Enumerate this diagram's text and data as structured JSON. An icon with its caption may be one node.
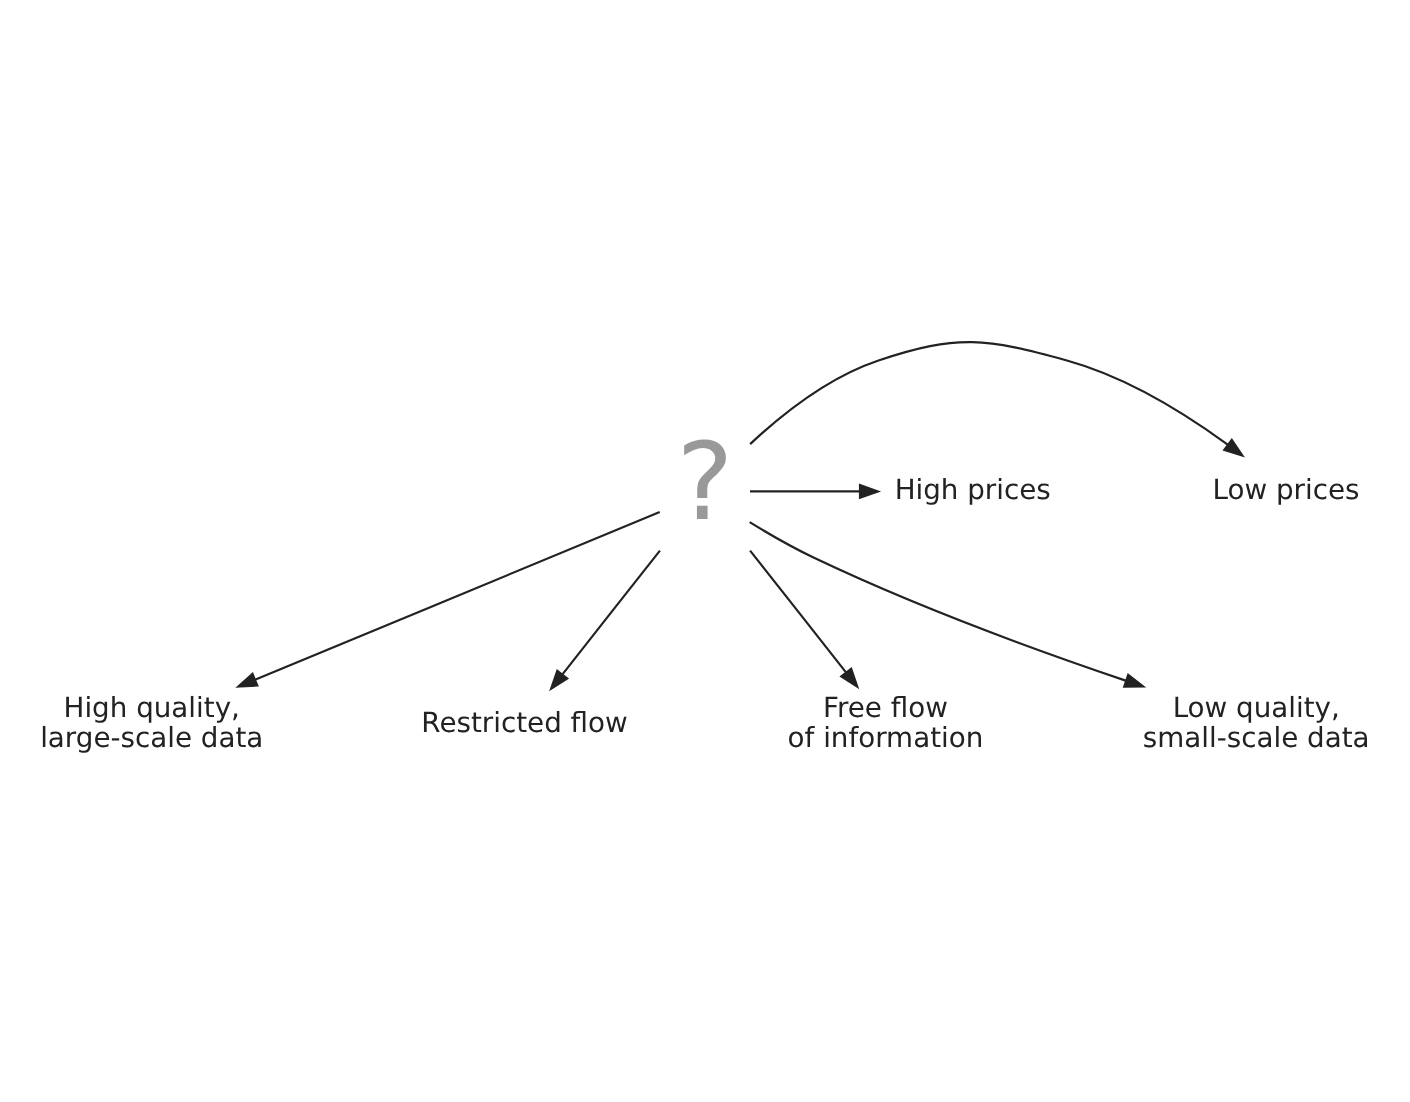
{
  "diagram": {
    "nodes": [
      {
        "text": [
          "High quality, large-scale data"
        ]
      },
      {
        "text": [
          "Restricted flow"
        ]
      },
      {
        "text": [
          "Low prices"
        ]
      },
      {
        "text": [
          "?"
        ]
      },
      {
        "text": [
          "High prices"
        ]
      },
      {
        "text": [
          "Free flow of information"
        ]
      },
      {
        "text": [
          "Low quality, small-scale data"
        ]
      }
    ],
    "edges": [
      {
        "from": 3,
        "to": 0,
        "arrow": "to"
      },
      {
        "from": 3,
        "to": 1,
        "arrow": "to"
      },
      {
        "from": 3,
        "to": 2,
        "arrow": "to"
      },
      {
        "from": 3,
        "to": 4,
        "arrow": "to"
      },
      {
        "from": 3,
        "to": 5,
        "arrow": "to"
      },
      {
        "from": 3,
        "to": 6,
        "arrow": "to"
      }
    ]
  }
}
